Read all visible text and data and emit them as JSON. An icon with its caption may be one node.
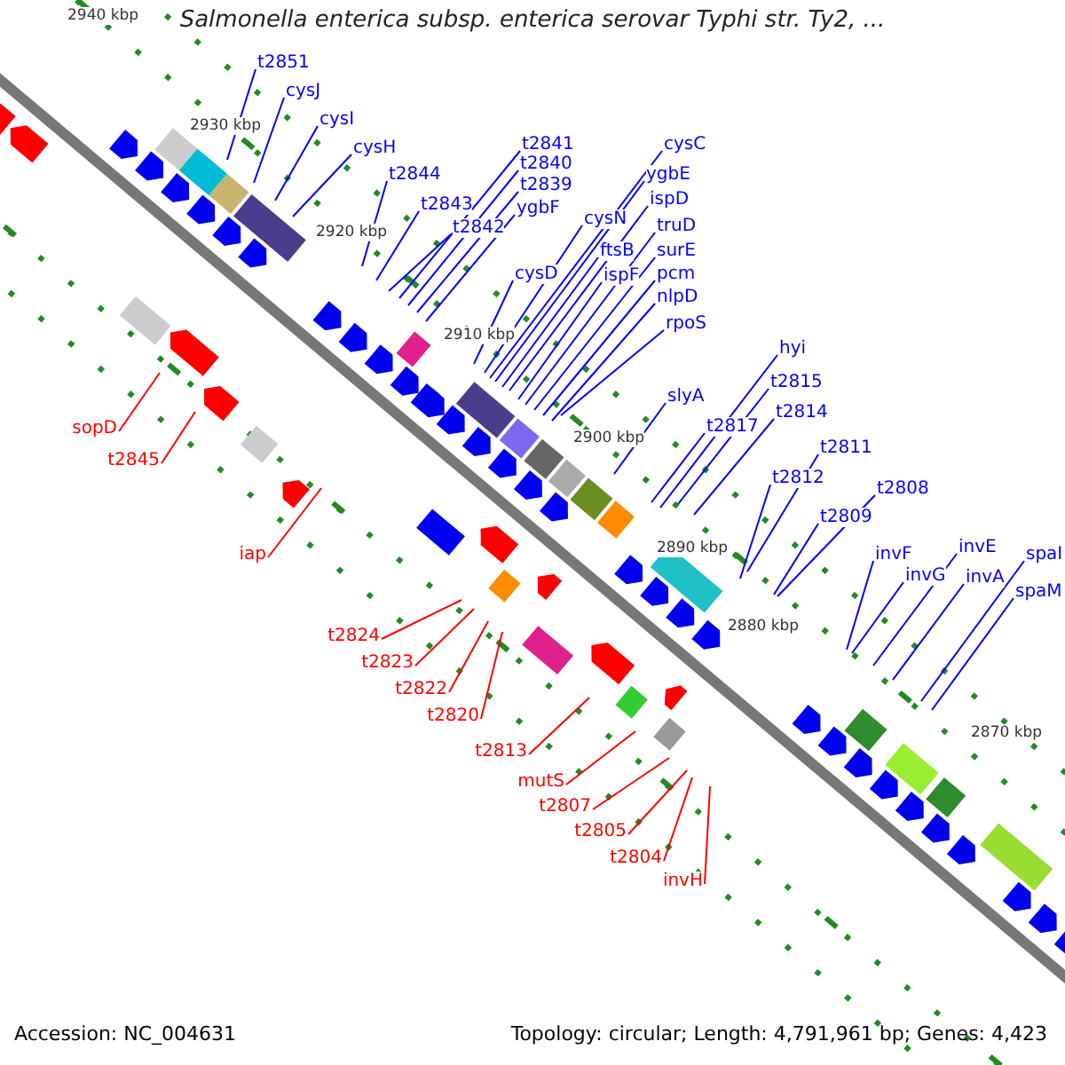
{
  "diagram": {
    "title": "Salmonella enterica subsp. enterica serovar Typhi str. Ty2, ...",
    "nodes": [
      {
        "text": [
          "t2851"
        ]
      },
      {
        "text": [
          "cysJ"
        ]
      },
      {
        "text": [
          "cysI"
        ]
      },
      {
        "text": [
          "cysH"
        ]
      },
      {
        "text": [
          "t2841"
        ]
      },
      {
        "text": [
          "cysC"
        ]
      },
      {
        "text": [
          "t2840"
        ]
      },
      {
        "text": [
          "ygbE"
        ]
      },
      {
        "text": [
          "t2844"
        ]
      },
      {
        "text": [
          "t2839"
        ]
      },
      {
        "text": [
          "ispD"
        ]
      },
      {
        "text": [
          "t2843"
        ]
      },
      {
        "text": [
          "ygbF"
        ]
      },
      {
        "text": [
          "cysN"
        ]
      },
      {
        "text": [
          "t2842"
        ]
      },
      {
        "text": [
          "truD"
        ]
      },
      {
        "text": [
          "surE"
        ]
      },
      {
        "text": [
          "ftsB"
        ]
      },
      {
        "text": [
          "pcm"
        ]
      },
      {
        "text": [
          "ispF"
        ]
      },
      {
        "text": [
          "cysD"
        ]
      },
      {
        "text": [
          "nlpD"
        ]
      },
      {
        "text": [
          "rpoS"
        ]
      },
      {
        "text": [
          "hyi"
        ]
      },
      {
        "text": [
          "t2815"
        ]
      },
      {
        "text": [
          "slyA"
        ]
      },
      {
        "text": [
          "t2814"
        ]
      },
      {
        "text": [
          "t2817"
        ]
      },
      {
        "text": [
          "sopD"
        ]
      },
      {
        "text": [
          "t2811"
        ]
      },
      {
        "text": [
          "t2845"
        ]
      },
      {
        "text": [
          "t2812"
        ]
      },
      {
        "text": [
          "t2808"
        ]
      },
      {
        "text": [
          "t2809"
        ]
      },
      {
        "text": [
          "invE"
        ]
      },
      {
        "text": [
          "iap"
        ]
      },
      {
        "text": [
          "invF"
        ]
      },
      {
        "text": [
          "spaI"
        ]
      },
      {
        "text": [
          "invG"
        ]
      },
      {
        "text": [
          "invA"
        ]
      },
      {
        "text": [
          "spaM"
        ]
      },
      {
        "text": [
          "t2824"
        ]
      },
      {
        "text": [
          "t2823"
        ]
      },
      {
        "text": [
          "t2822"
        ]
      },
      {
        "text": [
          "t2820"
        ]
      },
      {
        "text": [
          "t2813"
        ]
      },
      {
        "text": [
          "mutS"
        ]
      },
      {
        "text": [
          "t2807"
        ]
      },
      {
        "text": [
          "t2805"
        ]
      },
      {
        "text": [
          "t2804"
        ]
      },
      {
        "text": [
          "invH"
        ]
      }
    ],
    "edges": [
      {
        "from": 0,
        "to": null,
        "arrow": "none"
      },
      {
        "from": 1,
        "to": null,
        "arrow": "none"
      },
      {
        "from": 2,
        "to": null,
        "arrow": "none"
      },
      {
        "from": 3,
        "to": null,
        "arrow": "none"
      },
      {
        "from": 4,
        "to": null,
        "arrow": "none"
      },
      {
        "from": 5,
        "to": null,
        "arrow": "none"
      },
      {
        "from": 6,
        "to": null,
        "arrow": "none"
      },
      {
        "from": 7,
        "to": null,
        "arrow": "none"
      },
      {
        "from": 8,
        "to": null,
        "arrow": "none"
      },
      {
        "from": 9,
        "to": null,
        "arrow": "none"
      },
      {
        "from": 10,
        "to": null,
        "arrow": "none"
      },
      {
        "from": 11,
        "to": null,
        "arrow": "none"
      },
      {
        "from": 12,
        "to": null,
        "arrow": "none"
      },
      {
        "from": 13,
        "to": null,
        "arrow": "none"
      },
      {
        "from": 14,
        "to": null,
        "arrow": "none"
      },
      {
        "from": 15,
        "to": null,
        "arrow": "none"
      },
      {
        "from": 16,
        "to": null,
        "arrow": "none"
      },
      {
        "from": 17,
        "to": null,
        "arrow": "none"
      },
      {
        "from": 18,
        "to": null,
        "arrow": "none"
      },
      {
        "from": 19,
        "to": null,
        "arrow": "none"
      },
      {
        "from": 20,
        "to": null,
        "arrow": "none"
      },
      {
        "from": 21,
        "to": null,
        "arrow": "none"
      },
      {
        "from": 22,
        "to": null,
        "arrow": "none"
      },
      {
        "from": 23,
        "to": null,
        "arrow": "none"
      },
      {
        "from": 24,
        "to": null,
        "arrow": "none"
      },
      {
        "from": 25,
        "to": null,
        "arrow": "none"
      },
      {
        "from": 26,
        "to": null,
        "arrow": "none"
      },
      {
        "from": 27,
        "to": null,
        "arrow": "none"
      },
      {
        "from": 28,
        "to": null,
        "arrow": "none",
        "color": "#ff0000"
      },
      {
        "from": 29,
        "to": null,
        "arrow": "none"
      },
      {
        "from": 30,
        "to": null,
        "arrow": "none",
        "color": "#ff0000"
      },
      {
        "from": 31,
        "to": null,
        "arrow": "none"
      },
      {
        "from": 32,
        "to": null,
        "arrow": "none"
      },
      {
        "from": 33,
        "to": null,
        "arrow": "none"
      },
      {
        "from": 34,
        "to": null,
        "arrow": "none"
      },
      {
        "from": 35,
        "to": null,
        "arrow": "none",
        "color": "#ff0000"
      },
      {
        "from": 36,
        "to": null,
        "arrow": "none"
      },
      {
        "from": 37,
        "to": null,
        "arrow": "none"
      },
      {
        "from": 38,
        "to": null,
        "arrow": "none"
      },
      {
        "from": 39,
        "to": null,
        "arrow": "none"
      },
      {
        "from": 40,
        "to": null,
        "arrow": "none"
      },
      {
        "from": 41,
        "to": null,
        "arrow": "none",
        "color": "#ff0000"
      },
      {
        "from": 42,
        "to": null,
        "arrow": "none",
        "color": "#ff0000"
      },
      {
        "from": 43,
        "to": null,
        "arrow": "none",
        "color": "#ff0000"
      },
      {
        "from": 44,
        "to": null,
        "arrow": "none",
        "color": "#ff0000"
      },
      {
        "from": 45,
        "to": null,
        "arrow": "none",
        "color": "#ff0000"
      },
      {
        "from": 46,
        "to": null,
        "arrow": "none",
        "color": "#ff0000"
      },
      {
        "from": 47,
        "to": null,
        "arrow": "none",
        "color": "#ff0000"
      },
      {
        "from": 48,
        "to": null,
        "arrow": "none",
        "color": "#ff0000"
      },
      {
        "from": 49,
        "to": null,
        "arrow": "none",
        "color": "#ff0000"
      },
      {
        "from": 50,
        "to": null,
        "arrow": "none",
        "color": "#ff0000"
      }
    ],
    "labels": [
      "2940 kbp",
      "2930 kbp",
      "2920 kbp",
      "2910 kbp",
      "2900 kbp",
      "2890 kbp",
      "2880 kbp",
      "2870 kbp",
      "Accession: NC_004631",
      "Topology: circular; Length: 4,791,961 bp; Genes: 4,423"
    ]
  }
}
